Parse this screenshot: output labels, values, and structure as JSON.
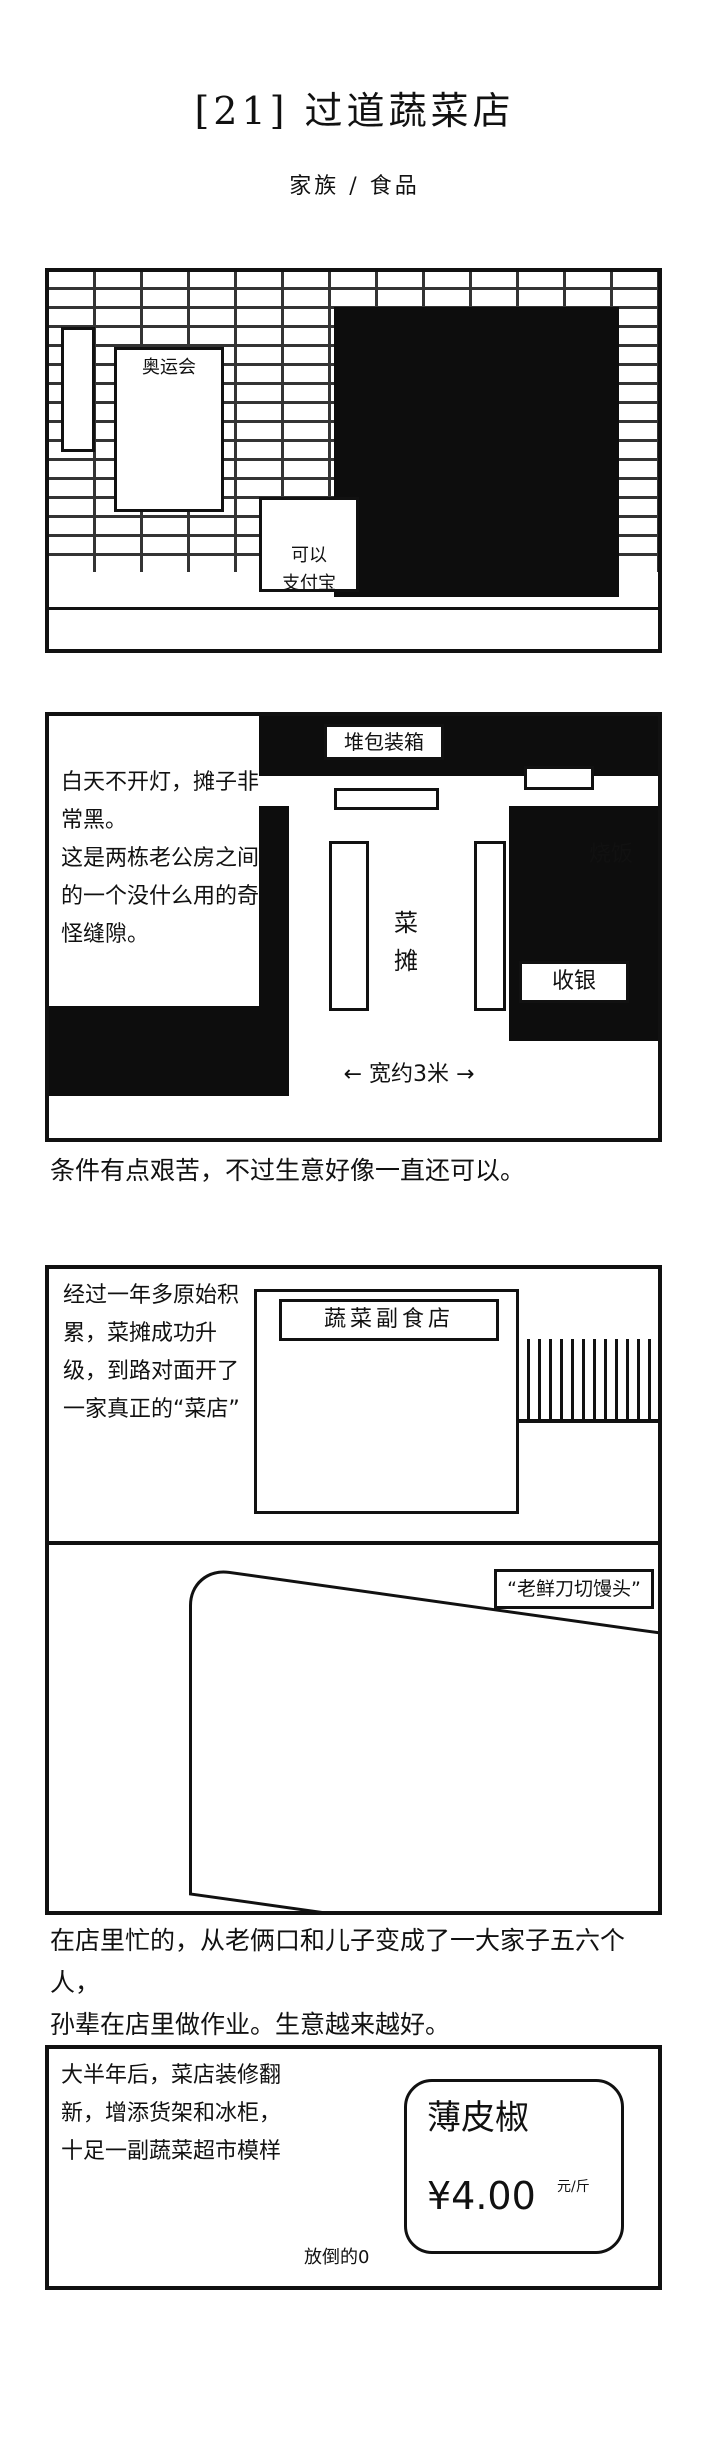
{
  "header": {
    "title": "[21]  过道蔬菜店",
    "subtitle": "家族 / 食品"
  },
  "panel1": {
    "wall_sign": "奥运会",
    "pay_sign": "可以\n支付宝"
  },
  "panel2": {
    "note": "白天不开灯，摊子非常黑。\n这是两栋老公房之间的一个没什么用的奇怪缝隙。",
    "label_crates": "堆包装箱",
    "label_stall": "菜\n摊",
    "label_cooking": "烧饭",
    "label_cashier": "收银",
    "label_width": "宽约3米"
  },
  "caption1": "条件有点艰苦，不过生意好像一直还可以。",
  "panel3": {
    "note": "经过一年多原始积累，菜摊成功升级，到路对面开了一家真正的“菜店”",
    "shop_sign": "蔬菜副食店",
    "label_buns": "“老鲜刀切馒头”"
  },
  "caption2": "在店里忙的，从老俩口和儿子变成了一大家子五六个人，\n孙辈在店里做作业。生意越来越好。",
  "panel4": {
    "note": "大半年后，菜店装修翻新，增添货架和冰柜，十足一副蔬菜超市模样",
    "price_item": "薄皮椒",
    "price_value": "¥4.00",
    "price_unit": "元/斤",
    "footnote": "放倒的0"
  }
}
